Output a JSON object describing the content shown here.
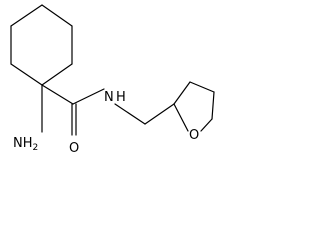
{
  "molecule": {
    "atom_labels": {
      "amine": "NH",
      "amine_subscript": "2",
      "amide_nitrogen": "N",
      "amide_hydrogen": "H",
      "carbonyl_oxygen": "O",
      "ring_oxygen": "O"
    }
  },
  "colors": {
    "bond": "#000000",
    "text": "#000000",
    "background": "#ffffff"
  }
}
